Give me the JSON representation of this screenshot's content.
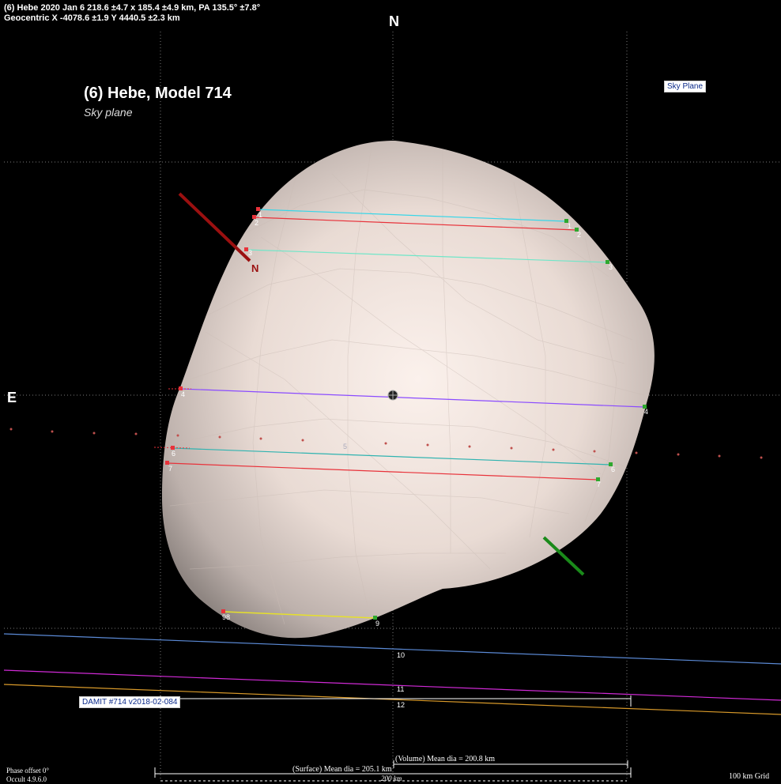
{
  "header": {
    "line1": "(6) Hebe  2020 Jan 6  218.6 ±4.7 x 185.4 ±4.9 km, PA 135.5° ±7.8°",
    "line2": "Geocentric  X  -4078.6 ±1.9  Y 4440.5 ±2.3 km"
  },
  "compass": {
    "north": "N",
    "east": "E",
    "pole_label": "N"
  },
  "title": {
    "main": "(6)  Hebe,   Model 714",
    "sub": "Sky plane"
  },
  "sky_plane_badge": "Sky Plane",
  "damit_badge": "DAMIT #714 v2018-02-084",
  "chords": [
    {
      "id": "1",
      "label": "1",
      "color": "#37d6e8"
    },
    {
      "id": "2",
      "label": "2",
      "color": "#e8323a"
    },
    {
      "id": "3",
      "label": "3",
      "color": "#6fe6c8"
    },
    {
      "id": "4",
      "label": "4",
      "color": "#8a4bff"
    },
    {
      "id": "6",
      "label": "6",
      "color": "#2fb3b0"
    },
    {
      "id": "7",
      "label": "7",
      "color": "#e8323a"
    },
    {
      "id": "9",
      "label": "9",
      "color": "#e6e02a"
    },
    {
      "id": "10",
      "label": "10",
      "color": "#5b8ad6"
    },
    {
      "id": "11",
      "label": "11",
      "color": "#d02ad6"
    },
    {
      "id": "12",
      "label": "12",
      "color": "#d99a2a"
    }
  ],
  "extra_labels": {
    "label_98": "98",
    "label_5": "5"
  },
  "scale": {
    "volume": "(Volume) Mean dia = 200.8 km",
    "surface": "(Surface) Mean dia = 205.1 km",
    "length": "200 km",
    "grid": "100 km Grid"
  },
  "footer": {
    "phase": "Phase offset 0°",
    "version": "Occult 4.9.6.0"
  },
  "colors": {
    "background": "#000000",
    "asteroid_light": "#f3e6df",
    "asteroid_dark": "#8a807c",
    "pole_north": "#9b1010",
    "pole_south": "#1a8a1a"
  }
}
